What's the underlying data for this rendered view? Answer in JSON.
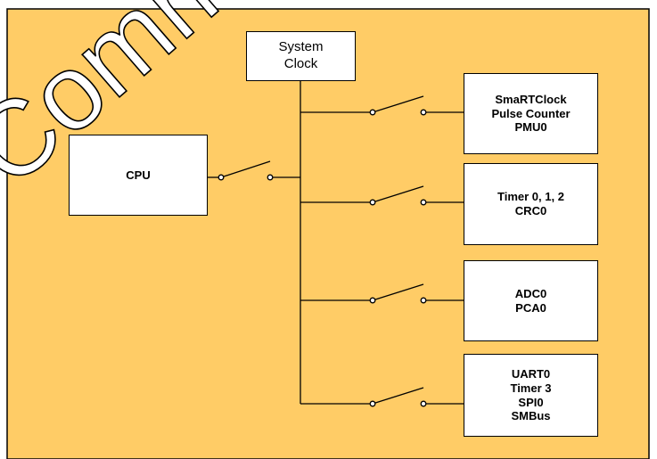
{
  "blocks": {
    "clock": [
      "System",
      "Clock"
    ],
    "cpu": [
      "CPU"
    ],
    "group1": [
      "SmaRTClock",
      "Pulse Counter",
      "PMU0"
    ],
    "group2": [
      "Timer 0, 1, 2",
      "CRC0"
    ],
    "group3": [
      "ADC0",
      "PCA0"
    ],
    "group4": [
      "UART0",
      "Timer 3",
      "SPI0",
      "SMBus"
    ]
  },
  "watermark": "Comm",
  "colors": {
    "background": "#FFCC66",
    "box_fill": "#FFFFFF",
    "line": "#000000",
    "watermark": "#FFFFFF"
  }
}
